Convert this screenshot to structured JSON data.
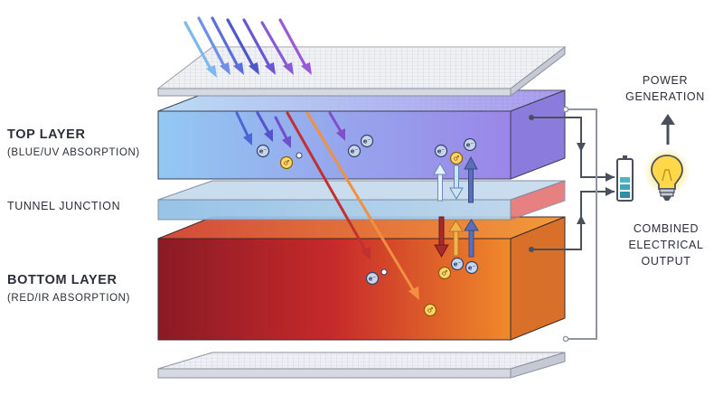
{
  "labels": {
    "top_layer_title": "TOP LAYER",
    "top_layer_sub": "(BLUE/UV ABSORPTION)",
    "tunnel_junction": "TUNNEL JUNCTION",
    "bottom_layer_title": "BOTTOM LAYER",
    "bottom_layer_sub": "(RED/IR ABSORPTION)",
    "power_line1": "POWER",
    "power_line2": "GENERATION",
    "output_line1": "COMBINED",
    "output_line2": "ELECTRICAL",
    "output_line3": "OUTPUT"
  },
  "symbols": {
    "electron": "e⁻",
    "hole": "♂"
  },
  "colors": {
    "top_layer_light": "#93c8f2",
    "top_layer_dark": "#9a86e8",
    "bottom_layer_dark": "#8a1a25",
    "bottom_layer_light": "#f08a2a",
    "junction": "#a8c8e8",
    "wire": "#555a66",
    "bulb": "#ffd84a",
    "battery": "#3fa6b8"
  },
  "icons": [
    "battery-icon",
    "lightbulb-icon",
    "arrow-up-icon"
  ]
}
